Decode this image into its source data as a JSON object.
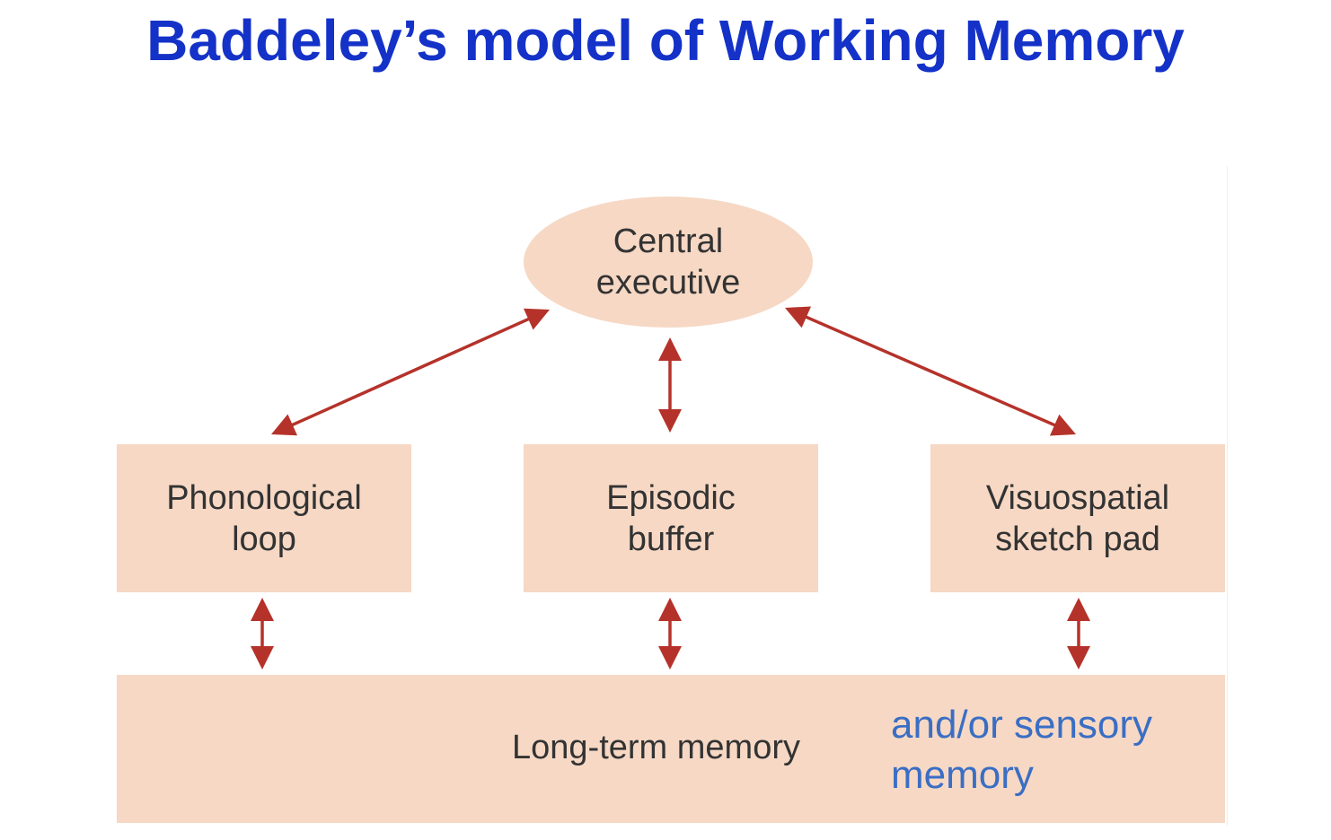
{
  "title": "Baddeley’s model of Working Memory",
  "nodes": {
    "central_executive": "Central\nexecutive",
    "phonological_loop": "Phonological\nloop",
    "episodic_buffer": "Episodic\nbuffer",
    "visuospatial_sketch_pad": "Visuospatial\nsketch pad",
    "long_term_memory": "Long-term memory"
  },
  "annotation": "and/or sensory\nmemory",
  "colors": {
    "title": "#1432C8",
    "box_fill": "#F6D8C4",
    "arrow": "#B5322A",
    "annotation": "#3A6EC4"
  }
}
